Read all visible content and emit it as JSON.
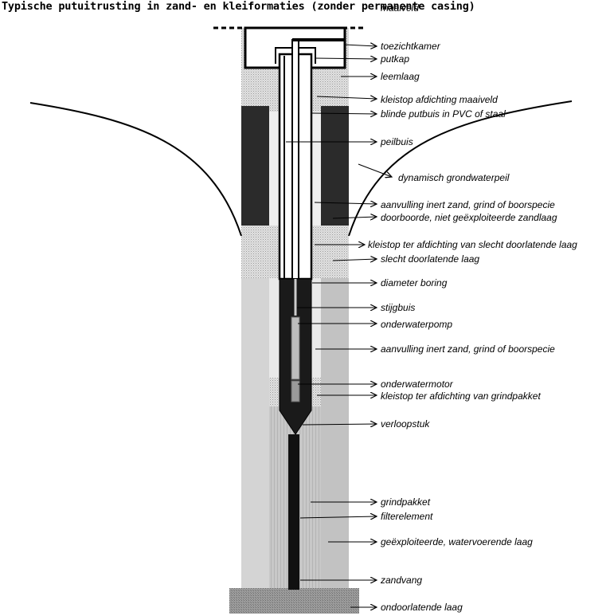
{
  "title": "Typische putuitrusting in zand- en kleiformaties (zonder permanente casing)",
  "colors": {
    "background": "#ffffff",
    "dark_layer": "#2b2b2b",
    "fill_light": "#d3d3d3",
    "fill_mid": "#bdbdbd",
    "dotted": "#c9c9c9",
    "base": "#8a8a8a"
  },
  "labels": [
    {
      "id": "maaiveld",
      "text": "maaiveld"
    },
    {
      "id": "toezichtkamer",
      "text": "toezichtkamer"
    },
    {
      "id": "putkap",
      "text": "putkap"
    },
    {
      "id": "leemlaag",
      "text": "leemlaag"
    },
    {
      "id": "kleistop-maaiveld",
      "text": "kleistop afdichting maaiveld"
    },
    {
      "id": "blinde-putbuis",
      "text": "blinde putbuis in PVC of staal"
    },
    {
      "id": "peilbuis",
      "text": "peilbuis"
    },
    {
      "id": "dyn-grondwaterpeil",
      "text": "dynamisch grondwaterpeil"
    },
    {
      "id": "aanvulling-1",
      "text": "aanvulling inert zand, grind of boorspecie"
    },
    {
      "id": "doorboorde-zandlaag",
      "text": "doorboorde, niet geëxploiteerde zandlaag"
    },
    {
      "id": "kleistop-slecht",
      "text": "kleistop ter afdichting van slecht doorlatende laag"
    },
    {
      "id": "slecht-doorlatende",
      "text": "slecht doorlatende laag"
    },
    {
      "id": "diameter-boring",
      "text": "diameter boring"
    },
    {
      "id": "stijgbuis",
      "text": "stijgbuis"
    },
    {
      "id": "onderwaterpomp",
      "text": "onderwaterpomp"
    },
    {
      "id": "aanvulling-2",
      "text": "aanvulling inert zand, grind of boorspecie"
    },
    {
      "id": "onderwatermotor",
      "text": "onderwatermotor"
    },
    {
      "id": "kleistop-grind",
      "text": "kleistop ter afdichting van grindpakket"
    },
    {
      "id": "verloopstuk",
      "text": "verloopstuk"
    },
    {
      "id": "grindpakket",
      "text": "grindpakket"
    },
    {
      "id": "filterelement",
      "text": "filterelement"
    },
    {
      "id": "geexploiteerde-laag",
      "text": "geëxploiteerde, watervoerende laag"
    },
    {
      "id": "zandvang",
      "text": "zandvang"
    },
    {
      "id": "ondoorlatende-laag",
      "text": "ondoorlatende laag"
    }
  ]
}
